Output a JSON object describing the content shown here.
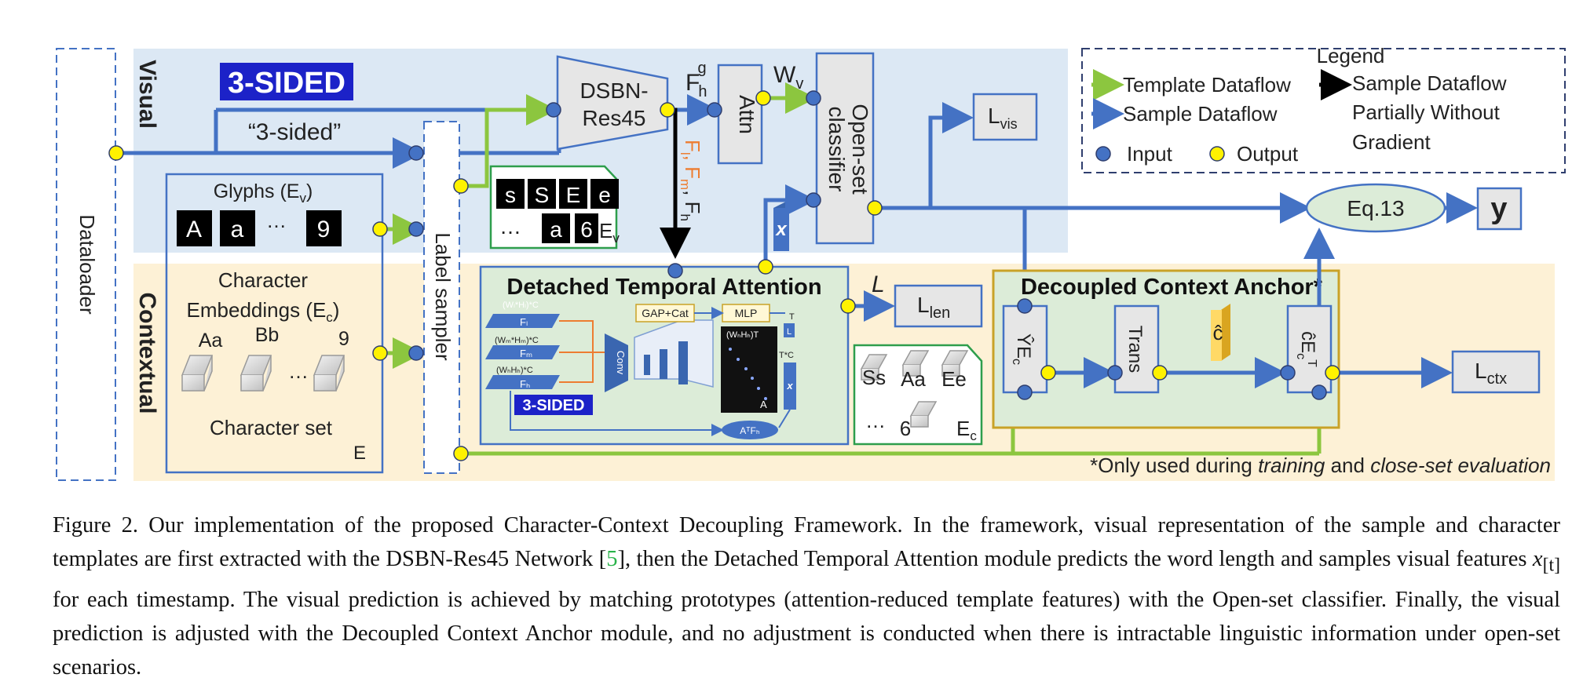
{
  "figure": {
    "bands": {
      "visual": "Visual",
      "contextual": "Contextual"
    },
    "dataloader": "Dataloader",
    "label_sampler": "Label sampler",
    "sample_image_text": "3-SIDED",
    "sample_label": "“3-sided”",
    "glyphs": {
      "title": "Glyphs (E",
      "title_sub": "v",
      "title_close": ")",
      "tiles": [
        "A",
        "a",
        "…",
        "9"
      ]
    },
    "char_embeddings": {
      "title1": "Character",
      "title2": "Embeddings (E",
      "title2_sub": "c",
      "title2_close": ")",
      "labels": [
        "Aa",
        "Bb",
        "9"
      ],
      "ellipsis": "…",
      "set_label": "Character set",
      "set_symbol": "E"
    },
    "dsbn": {
      "line1": "DSBN-",
      "line2": "Res45"
    },
    "fhg": {
      "main": "F",
      "sub": "h",
      "sup": "g"
    },
    "attn": "Attn",
    "wv": {
      "main": "W",
      "sub": "v"
    },
    "openset": {
      "line1": "Open-set",
      "line2": "classifier"
    },
    "lvis": {
      "main": "L",
      "sub": "vis"
    },
    "ev_box": {
      "row1": [
        "s",
        "S",
        "E",
        "e"
      ],
      "row2_dots": "…",
      "row2": [
        "a",
        "6"
      ],
      "symbol": "E",
      "symbol_sub": "v"
    },
    "fusion_labels": {
      "fl": "F",
      "fl_sub": "l",
      "fm": "F",
      "fm_sub": "m",
      "fh": "F",
      "fh_sub": "h"
    },
    "x_label": "x",
    "dta": {
      "title": "Detached Temporal Attention",
      "dims": [
        "(Wₗ*Hₗ)*C",
        "(Wₘ*Hₘ)*C",
        "(WₕHₕ)*C"
      ],
      "feat": [
        "Fₗ",
        "Fₘ",
        "Fₕ"
      ],
      "conv": "Conv",
      "gapcat": "GAP+Cat",
      "mlp": "MLP",
      "map_dim": "(WₕHₕ)T",
      "t_label": "T",
      "l_label": "L",
      "tc_label": "T*C",
      "a_label": "A",
      "x_small": "x",
      "atfh": "AᵀFₕ",
      "img_text": "3-SIDED"
    },
    "L_label": "L",
    "llen": {
      "main": "L",
      "sub": "len"
    },
    "ec_box": {
      "labels": [
        "Ss",
        "Aa",
        "Ee"
      ],
      "dots": "…",
      "six": "6",
      "symbol": "E",
      "symbol_sub": "c"
    },
    "eq13": "Eq.13",
    "y": "y",
    "dca": {
      "title": "Decoupled Context Anchor*",
      "yec": "ŶE",
      "yec_sub": "c",
      "trans": "Trans",
      "chat": "ĉ",
      "cec": "ĉE",
      "cec_sub": "c",
      "cec_sup": "T"
    },
    "lctx": {
      "main": "L",
      "sub": "ctx"
    },
    "note": {
      "prefix": "*Only used during ",
      "i1": "training",
      "mid": " and ",
      "i2": "close-set evaluation"
    },
    "legend": {
      "title": "Legend",
      "template": "Template Dataflow",
      "sample": "Sample Dataflow",
      "partial1": "Sample Dataflow",
      "partial2": "Partially Without",
      "partial3": "Gradient",
      "input": "Input",
      "output": "Output"
    },
    "colors": {
      "visual_band": "#dce8f4",
      "context_band": "#fdf1d6",
      "blue_arrow": "#4472c4",
      "green_arrow": "#8cc63f",
      "input_dot": "#4472c4",
      "output_dot": "#fff200",
      "dca_border": "#c9a227",
      "green_box": "#2e9e4c"
    }
  },
  "caption": {
    "fig": "Figure 2.",
    "p1": " Our implementation of the proposed Character-Context Decoupling Framework. In the framework, visual representation of the sample and character templates are first extracted with the DSBN-Res45 Network [",
    "ref": "5",
    "p2": "], then the Detached Temporal Attention module predicts the word length and samples visual features ",
    "xt": "x",
    "xt_sub": "[t]",
    "p3": " for each timestamp. The visual prediction is achieved by matching prototypes (attention-reduced template features) with the Open-set classifier. Finally, the visual prediction is adjusted with the Decoupled Context Anchor module, and no adjustment is conducted when there is intractable linguistic information under open-set scenarios."
  }
}
